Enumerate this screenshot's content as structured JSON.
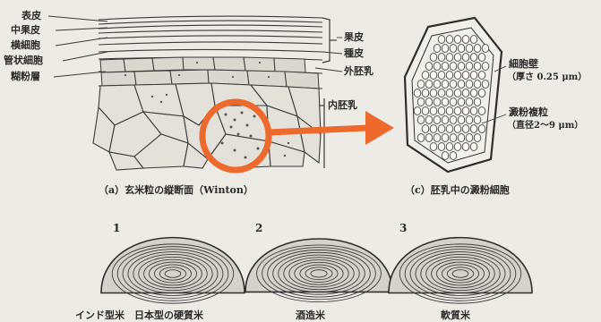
{
  "section_a": {
    "left_labels": [
      "表皮",
      "中果皮",
      "横細胞",
      "管状細胞",
      "糊粉層"
    ],
    "right_labels": {
      "pericarp": "果皮",
      "seed_coat": "種皮",
      "outer_endosperm": "外胚乳",
      "inner_endosperm": "内胚乳"
    },
    "caption": "（a）玄米粒の縦断面（Winton）"
  },
  "section_c": {
    "cell_wall_label": "細胞壁",
    "cell_wall_detail": "（厚さ 0.25 μm）",
    "granule_label": "澱粉複粒",
    "granule_detail": "（直径2～9 μm）",
    "caption": "（c）胚乳中の澱粉細胞"
  },
  "section_bottom": {
    "items": [
      {
        "number": "1",
        "caption": "インド型米　日本型の硬質米"
      },
      {
        "number": "2",
        "caption": "酒造米"
      },
      {
        "number": "3",
        "caption": "軟質米"
      }
    ]
  },
  "colors": {
    "highlight": "#ee6a2c",
    "ink": "#2a2a2a",
    "paper": "#ecebe6"
  }
}
